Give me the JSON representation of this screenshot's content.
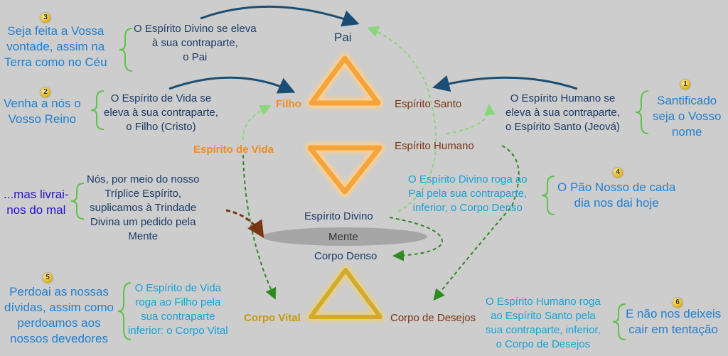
{
  "nodes": {
    "pai": "Pai",
    "filho": "Filho",
    "espirito_santo": "Espírito Santo",
    "espirito_de_vida": "Espírito de Vida",
    "espirito_humano": "Espírito Humano",
    "espirito_divino": "Espírito Divino",
    "mente": "Mente",
    "corpo_denso": "Corpo Denso",
    "corpo_vital": "Corpo Vital",
    "corpo_de_desejos": "Corpo de Desejos"
  },
  "notes": {
    "n3_lines": [
      "O Espírito Divino se eleva",
      "à sua contraparte,",
      "o Pai"
    ],
    "n2_lines": [
      "O Espírito de Vida se",
      "eleva à sua contraparte,",
      "o Filho (Cristo)"
    ],
    "n1_lines": [
      "O Espírito Humano se",
      "eleva à sua contraparte,",
      "o Espírito Santo (Jeová)"
    ],
    "center_lines": [
      "O Espírito Divino roga ao",
      "Pai pela sua contraparte,",
      "inferior, o Corpo Denso"
    ],
    "left_mid_lines": [
      "Nós, por meio do nosso",
      "Tríplice Espírito,",
      "suplicamos à Trindade",
      "Divina um pedido pela",
      "Mente"
    ],
    "n5_lines": [
      "O Espírito de Vida",
      "roga ao Filho pela",
      "sua contraparte",
      "inferior: o Corpo Vital"
    ],
    "n6_lines": [
      "O Espírito Humano roga",
      "ao Espírito Santo pela",
      "sua contraparte, inferior,",
      "o Corpo de Desejos"
    ]
  },
  "prayers": {
    "p3_lines": [
      "Seja feita a Vossa",
      "vontade, assim na",
      "Terra como no Céu"
    ],
    "p2_lines": [
      "Venha a nós o",
      "Vosso Reino"
    ],
    "p1_lines": [
      "Santificado",
      "seja o Vosso",
      "nome"
    ],
    "p4_lines": [
      "O Pão Nosso de cada",
      "dia nos dai hoje"
    ],
    "p_mal_lines": [
      "...mas livrai-",
      "nos do mal"
    ],
    "p5_lines": [
      "Perdoai as nossas",
      "dívidas, assim como",
      "perdoamos aos",
      "nossos devedores"
    ],
    "p6_lines": [
      "E não nos deixeis",
      "cair em tentação"
    ]
  },
  "badges": {
    "b1": "1",
    "b2": "2",
    "b3": "3",
    "b4": "4",
    "b5": "5",
    "b6": "6"
  },
  "colors": {
    "background": "#cdcdcd",
    "prayer_text": "#1f7fd0",
    "note_text": "#1b3a66",
    "cyan_text": "#14a3d6",
    "orange": "#f28c1c",
    "gold": "#c99a08",
    "brown": "#7a3512",
    "green_arrow": "#2e8b1e",
    "light_green_arrow": "#8cd67a",
    "navy_arrow": "#1b4e72"
  }
}
